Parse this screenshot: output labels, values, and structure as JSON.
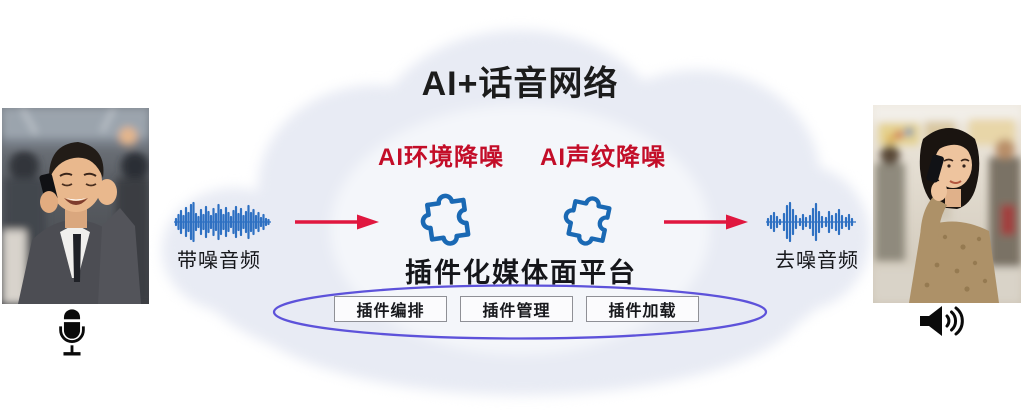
{
  "title": "AI+话音网络",
  "features": [
    {
      "label": "AI环境降噪"
    },
    {
      "label": "AI声纹降噪"
    }
  ],
  "platform": {
    "label": "插件化媒体面平台",
    "modules": [
      "插件编排",
      "插件管理",
      "插件加载"
    ]
  },
  "input": {
    "caption": "带噪音频"
  },
  "output": {
    "caption": "去噪音频"
  },
  "photos": {
    "left": "businessman talking on phone in crowded subway car",
    "right": "woman talking on phone in shopping mall"
  },
  "icons": {
    "processing": "puzzle-piece-icon",
    "audio": "waveform-icon",
    "flow": "arrow-right-icon",
    "source": "microphone-icon",
    "sink": "speaker-icon"
  },
  "colors": {
    "highlight_red": "#c30d28",
    "arrow_red": "#e0173f",
    "puzzle_blue": "#1a69b4",
    "ellipse_purple": "#5d52da",
    "waveform_blue": "#2e70c2",
    "cloud_fill": "#e8ebf4"
  }
}
